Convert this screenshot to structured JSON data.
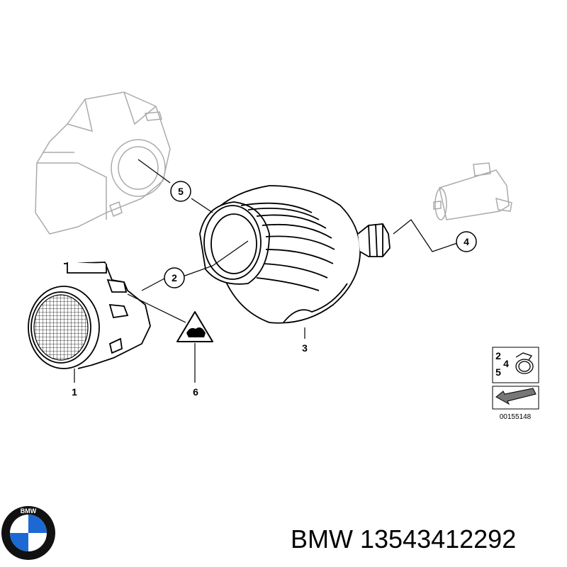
{
  "callouts": {
    "c1": "1",
    "c2": "2",
    "c3": "3",
    "c4": "4",
    "c5": "5",
    "c6": "6"
  },
  "clamp_note": {
    "a": "2",
    "b": "4",
    "c": "5"
  },
  "diagram_id": "00155148",
  "logo": {
    "text": "BMW",
    "colors": {
      "blue": "#1c69d4",
      "white": "#ffffff",
      "ring": "#111111"
    }
  },
  "brand_line": "BMW 13543412292"
}
